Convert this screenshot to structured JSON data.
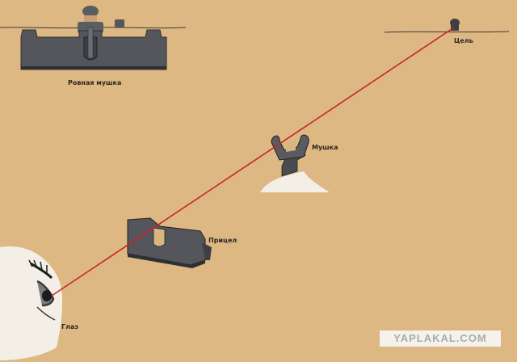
{
  "labels": {
    "level_sight": "Ровная мушка",
    "target": "Цель",
    "front_sight": "Мушка",
    "rear_sight": "Прицел",
    "eye": "Глаз"
  },
  "watermark": "YAPLAKAL.COM",
  "colors": {
    "background": "#ddb882",
    "sight_line": "#c8242c",
    "metal": "#55565b",
    "metal_dark": "#2f3034",
    "text": "#2a2622"
  }
}
